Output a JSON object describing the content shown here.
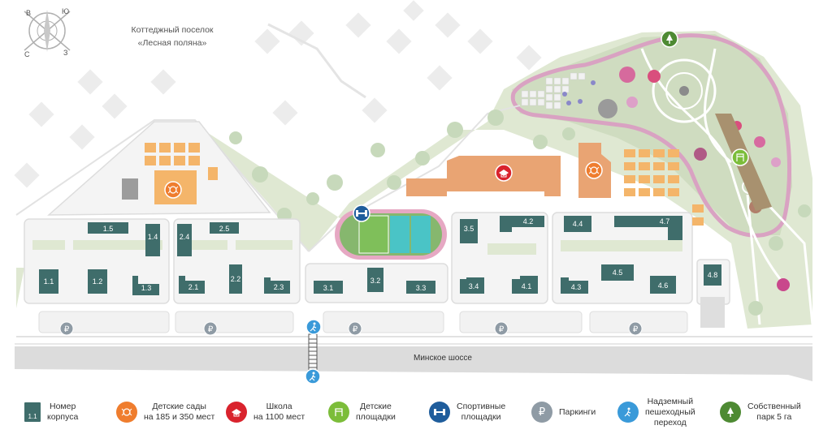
{
  "compass": {
    "north": "Ю",
    "east": "В",
    "south": "С",
    "west": "З"
  },
  "title": {
    "line1": "Коттеджный поселок",
    "line2": "«Лесная поляна»"
  },
  "road": {
    "name": "Минское шоссе"
  },
  "buildings": [
    {
      "id": "b15",
      "label": "1.5"
    },
    {
      "id": "b14",
      "label": "1.4"
    },
    {
      "id": "b11",
      "label": "1.1"
    },
    {
      "id": "b12",
      "label": "1.2"
    },
    {
      "id": "b13",
      "label": "1.3"
    },
    {
      "id": "b24",
      "label": "2.4"
    },
    {
      "id": "b25",
      "label": "2.5"
    },
    {
      "id": "b21",
      "label": "2.1"
    },
    {
      "id": "b22",
      "label": "2.2"
    },
    {
      "id": "b23",
      "label": "2.3"
    },
    {
      "id": "b31",
      "label": "3.1"
    },
    {
      "id": "b32",
      "label": "3.2"
    },
    {
      "id": "b33",
      "label": "3.3"
    },
    {
      "id": "b35",
      "label": "3.5"
    },
    {
      "id": "b34",
      "label": "3.4"
    },
    {
      "id": "b42",
      "label": "4.2"
    },
    {
      "id": "b44",
      "label": "4.4"
    },
    {
      "id": "b47",
      "label": "4.7"
    },
    {
      "id": "b41",
      "label": "4.1"
    },
    {
      "id": "b45",
      "label": "4.5"
    },
    {
      "id": "b43",
      "label": "4.3"
    },
    {
      "id": "b46",
      "label": "4.6"
    },
    {
      "id": "b48",
      "label": "4.8"
    }
  ],
  "legend": {
    "building_sample": "1.1",
    "building": "Номер\nкорпуса",
    "kindergarten": "Детские сады\nна 185 и 350 мест",
    "school": "Школа\nна 1100 мест",
    "playground": "Детские\nплощадки",
    "sports": "Спортивные\nплощадки",
    "parking": "Паркинги",
    "crossing": "Надземный\nпешеходный\nпереход",
    "park": "Собственный\nпарк 5 га"
  },
  "colors": {
    "building": "#3f6d6b",
    "kindergarten": "#ef7d2e",
    "school": "#d9232d",
    "playground": "#7cbd3a",
    "sports": "#1f5d9c",
    "parking": "#8f9ba5",
    "crossing": "#3a9ad9",
    "park": "#4e8a33"
  }
}
